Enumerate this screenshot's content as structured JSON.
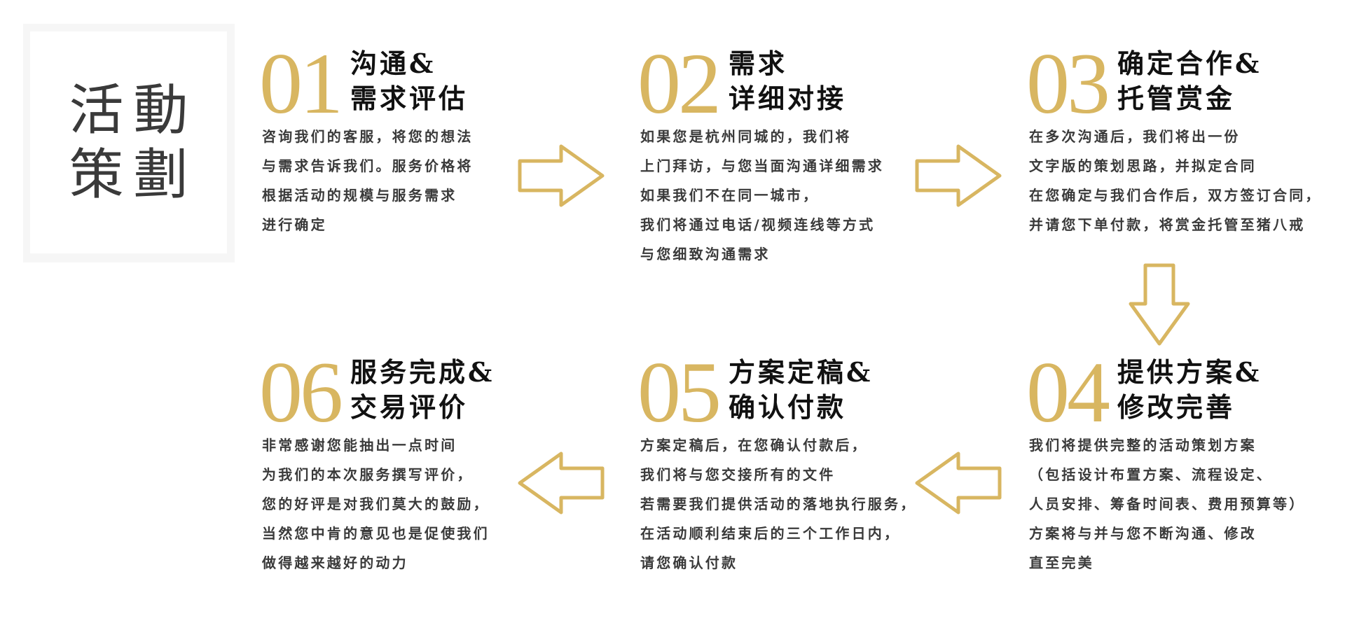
{
  "title": {
    "line1": "活動",
    "line2": "策劃"
  },
  "accent_color": "#d8b661",
  "steps": [
    {
      "num": "01",
      "title": [
        "沟通&",
        "需求评估"
      ],
      "body": [
        "咨询我们的客服，将您的想法",
        "与需求告诉我们。服务价格将",
        "根据活动的规模与服务需求",
        "进行确定"
      ]
    },
    {
      "num": "02",
      "title": [
        "需求",
        "详细对接"
      ],
      "body": [
        "如果您是杭州同城的，我们将",
        "上门拜访，与您当面沟通详细需求",
        "如果我们不在同一城市，",
        "我们将通过电话/视频连线等方式",
        "与您细致沟通需求"
      ]
    },
    {
      "num": "03",
      "title": [
        "确定合作&",
        "托管赏金"
      ],
      "body": [
        "在多次沟通后，我们将出一份",
        "文字版的策划思路，并拟定合同",
        "在您确定与我们合作后，双方签订合同，",
        "并请您下单付款，将赏金托管至猪八戒"
      ]
    },
    {
      "num": "04",
      "title": [
        "提供方案&",
        "修改完善"
      ],
      "body": [
        "我们将提供完整的活动策划方案",
        "（包括设计布置方案、流程设定、",
        "人员安排、筹备时间表、费用预算等）",
        "方案将与并与您不断沟通、修改",
        "直至完美"
      ]
    },
    {
      "num": "05",
      "title": [
        "方案定稿&",
        "确认付款"
      ],
      "body": [
        "方案定稿后，在您确认付款后，",
        "我们将与您交接所有的文件",
        "若需要我们提供活动的落地执行服务，",
        "在活动顺利结束后的三个工作日内，",
        "请您确认付款"
      ]
    },
    {
      "num": "06",
      "title": [
        "服务完成&",
        "交易评价"
      ],
      "body": [
        "非常感谢您能抽出一点时间",
        "为我们的本次服务撰写评价，",
        "您的好评是对我们莫大的鼓励，",
        "当然您中肯的意见也是促使我们",
        "做得越来越好的动力"
      ]
    }
  ],
  "arrows": [
    {
      "id": "arrow-1-2",
      "direction": "right"
    },
    {
      "id": "arrow-2-3",
      "direction": "right"
    },
    {
      "id": "arrow-3-4",
      "direction": "down"
    },
    {
      "id": "arrow-4-5",
      "direction": "left"
    },
    {
      "id": "arrow-5-6",
      "direction": "left"
    }
  ]
}
